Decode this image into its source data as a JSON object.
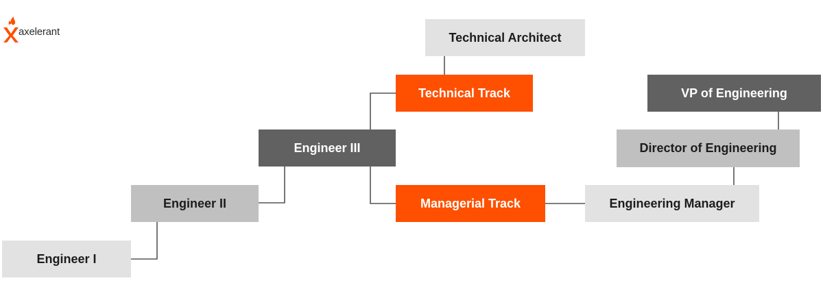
{
  "brand": {
    "name": "axelerant",
    "accent_color": "#fe5000"
  },
  "nodes": {
    "engineer_1": "Engineer I",
    "engineer_2": "Engineer II",
    "engineer_3": "Engineer III",
    "technical_track": "Technical Track",
    "managerial_track": "Managerial Track",
    "technical_architect": "Technical Architect",
    "engineering_manager": "Engineering Manager",
    "director_of_engineering": "Director of Engineering",
    "vp_of_engineering": "VP of Engineering"
  },
  "colors": {
    "light_gray": "#e2e2e2",
    "mid_gray": "#c0c0c0",
    "dark_gray": "#616161",
    "connector": "#555555"
  }
}
